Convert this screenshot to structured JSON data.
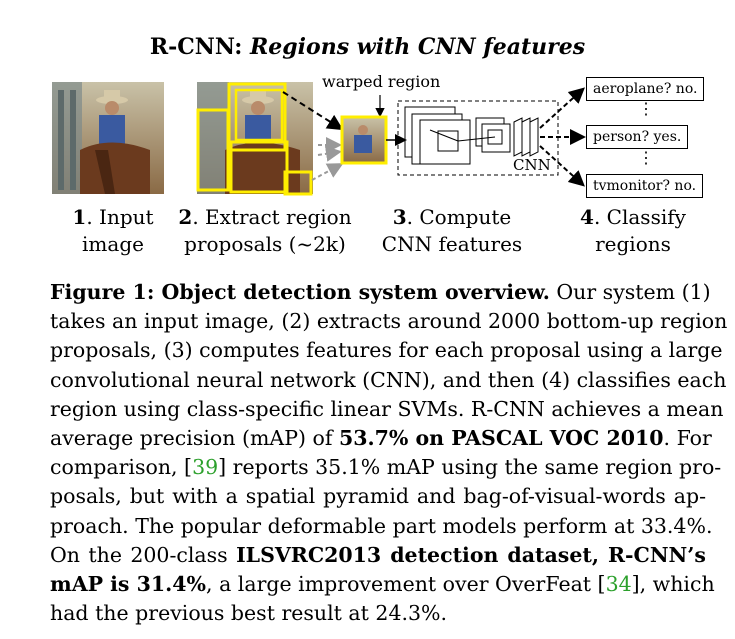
{
  "figure": {
    "title_prefix": "R-CNN: ",
    "title_italic": "Regions with CNN features",
    "warped_label": "warped region",
    "cnn_label": "CNN",
    "classes": [
      {
        "text": "aeroplane? no."
      },
      {
        "text": "person? yes."
      },
      {
        "text": "tvmonitor? no."
      }
    ],
    "vdots": "⋮",
    "steps": [
      {
        "num": "1",
        "line1": ". Input",
        "line2": "image"
      },
      {
        "num": "2",
        "line1": ". Extract region",
        "line2": "proposals (~2k)"
      },
      {
        "num": "3",
        "line1": ". Compute",
        "line2": "CNN features"
      },
      {
        "num": "4",
        "line1": ". Classify",
        "line2": "regions"
      }
    ],
    "colors": {
      "proposal": "#ffee00",
      "citation": "#2ca02c",
      "arrow_gray": "#999999"
    }
  },
  "caption": {
    "label": "Figure 1: Object detection system overview.",
    "l1": " Our system (1)",
    "l2": "takes an input image, (2) extracts around 2000 bottom-up region",
    "l3": "proposals, (3) computes features for each proposal using a large",
    "l4": "convolutional neural network (CNN), and then (4) classifies each",
    "l5": "region using class-specific linear SVMs. R-CNN achieves a mean",
    "l6a": "average precision (mAP) of ",
    "l6b": "53.7% on PASCAL VOC 2010",
    "l6c": ". For",
    "l7a": "comparison, [",
    "l7cite": "39",
    "l7b": "] reports 35.1% mAP using the same region pro-",
    "l8": "posals, but with a spatial pyramid and bag-of-visual-words ap-",
    "l9": "proach. The popular deformable part models perform at 33.4%.",
    "l10a": "On the 200-class ",
    "l10b": "ILSVRC2013 detection dataset, R-CNN’s",
    "l11a": "mAP is 31.4%",
    "l11b": ", a large improvement over OverFeat [",
    "l11cite": "34",
    "l11c": "], which",
    "l12": "had the previous best result at 24.3%."
  }
}
